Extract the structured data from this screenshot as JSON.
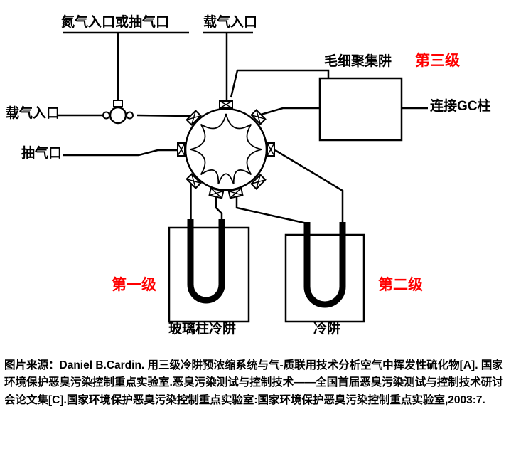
{
  "colors": {
    "stage_label_red": "#ff0000",
    "line_color": "#000000",
    "background": "#ffffff"
  },
  "labels": {
    "nitrogen_inlet": "氮气入口或抽气口",
    "carrier_inlet_top": "载气入口",
    "carrier_inlet_left": "载气入口",
    "pump_port": "抽气口",
    "capillary_trap": "毛细聚集阱",
    "stage_three": "第三级",
    "gc_column": "连接GC柱",
    "stage_one": "第一级",
    "stage_two": "第二级",
    "glass_column_trap": "玻璃柱冷阱",
    "cold_trap": "冷阱"
  },
  "caption": {
    "text": "图片来源：Daniel B.Cardin. 用三级冷阱预浓缩系统与气-质联用技术分析空气中挥发性硫化物[A]. 国家环境保护恶臭污染控制重点实验室.恶臭污染测试与控制技术——全国首届恶臭污染测试与控制技术研讨会论文集[C].国家环境保护恶臭污染控制重点实验室:国家环境保护恶臭污染控制重点实验室,2003:7."
  }
}
